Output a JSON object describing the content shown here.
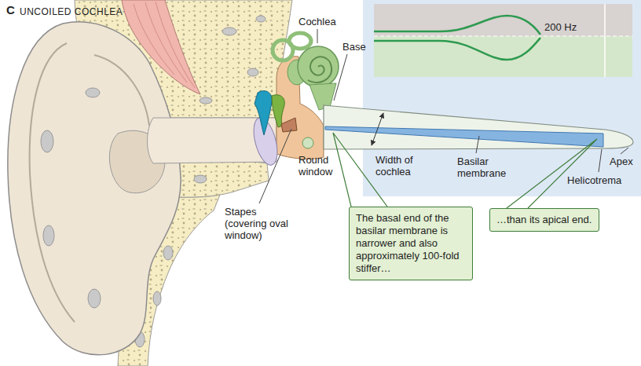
{
  "diagram": {
    "title": "UNCOILED COCHLEA",
    "nodes": [
      {
        "text": [
          "The basal end of the basilar membrane is narrower and also approximately 100-fold stiffer…"
        ]
      },
      {
        "text": [
          "…than its apical end."
        ]
      }
    ],
    "labels": [
      "C",
      "Cochlea",
      "Base",
      "200 Hz",
      "Round window",
      "Width of cochlea",
      "Basilar membrane",
      "Apex",
      "Helicotrema",
      "Stapes (covering oval window)"
    ]
  }
}
